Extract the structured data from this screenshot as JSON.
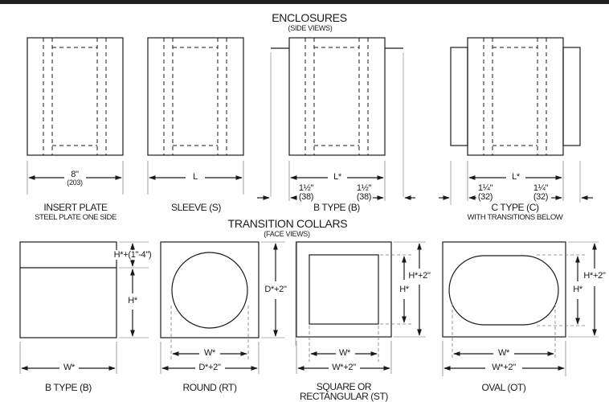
{
  "header_bar_color": "#231f20",
  "enclosures": {
    "title": "ENCLOSURES",
    "subtitle": "(SIDE VIEWS)",
    "items": [
      {
        "label": "INSERT PLATE",
        "sublabel": "STEEL PLATE ONE SIDE",
        "dim_main": "8\"",
        "dim_main_mm": "(203)"
      },
      {
        "label": "SLEEVE (S)",
        "dim_main": "L"
      },
      {
        "label": "B TYPE (B)",
        "dim_main": "L*",
        "dim_left": "1½\"",
        "dim_left_mm": "(38)",
        "dim_right": "1½\"",
        "dim_right_mm": "(38)"
      },
      {
        "label": "C TYPE (C)",
        "sublabel": "WITH TRANSITIONS BELOW",
        "dim_main": "L*",
        "dim_left": "1¼\"",
        "dim_left_mm": "(32)",
        "dim_right": "1¼\"",
        "dim_right_mm": "(32)"
      }
    ]
  },
  "collars": {
    "title": "TRANSITION COLLARS",
    "subtitle": "(FACE VIEWS)",
    "items": [
      {
        "label": "B TYPE (B)",
        "dim_width": "W*",
        "dim_top": "H*+(1\"-4\")",
        "dim_height": "H*"
      },
      {
        "label": "ROUND (RT)",
        "dim_inner": "W*",
        "dim_outer": "D*+2\"",
        "dim_height": "D*+2\""
      },
      {
        "label": "SQUARE OR",
        "label2": "RECTANGULAR (ST)",
        "dim_inner": "W*",
        "dim_outer": "W*+2\"",
        "dim_inner_h": "H*",
        "dim_outer_h": "H*+2\""
      },
      {
        "label": "OVAL (OT)",
        "dim_inner": "W*",
        "dim_outer": "W*+2\"",
        "dim_inner_h": "H*",
        "dim_outer_h": "H*+2\""
      }
    ]
  }
}
